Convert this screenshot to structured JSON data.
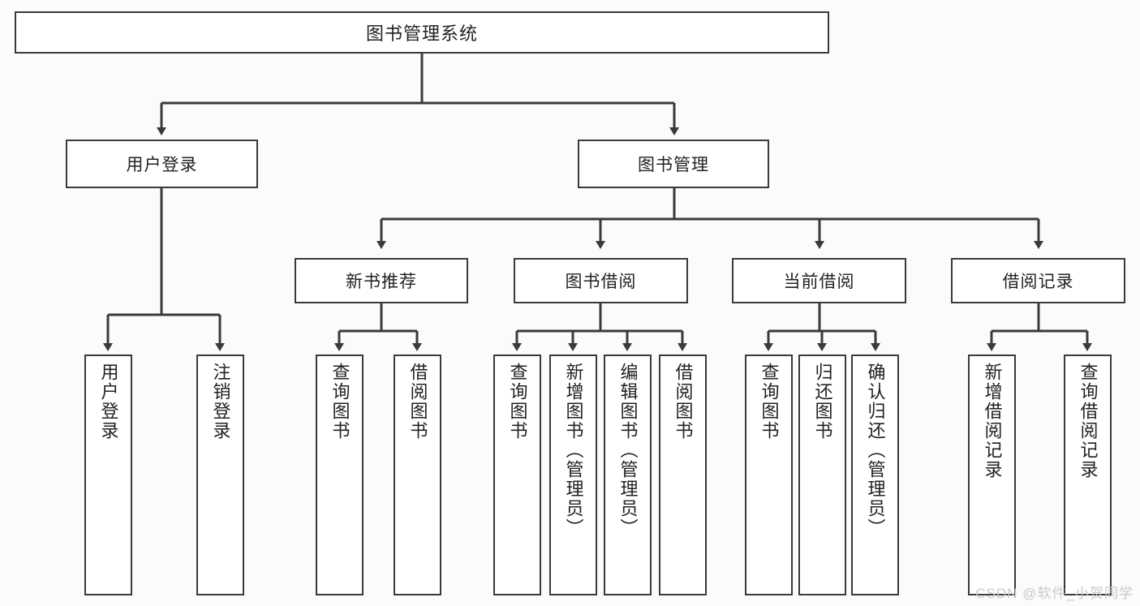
{
  "diagram": {
    "type": "tree-hierarchy",
    "background_color": "#fbfbfb",
    "line_color": "#3a3a3a",
    "box_fill": "#ffffff",
    "text_color": "#222222",
    "root": {
      "label": "图书管理系统"
    },
    "level1": [
      {
        "label": "用户登录"
      },
      {
        "label": "图书管理"
      }
    ],
    "level2": [
      {
        "label": "新书推荐"
      },
      {
        "label": "图书借阅"
      },
      {
        "label": "当前借阅"
      },
      {
        "label": "借阅记录"
      }
    ],
    "leaves": {
      "user_login": [
        {
          "label": "用户登录"
        },
        {
          "label": "注销登录"
        }
      ],
      "new_book_recommend": [
        {
          "label": "查询图书"
        },
        {
          "label": "借阅图书"
        }
      ],
      "book_borrow": [
        {
          "label": "查询图书"
        },
        {
          "label": "新增图书（管理员）"
        },
        {
          "label": "编辑图书（管理员）"
        },
        {
          "label": "借阅图书"
        }
      ],
      "current_borrow": [
        {
          "label": "查询图书"
        },
        {
          "label": "归还图书"
        },
        {
          "label": "确认归还（管理员）"
        }
      ],
      "borrow_record": [
        {
          "label": "新增借阅记录"
        },
        {
          "label": "查询借阅记录"
        }
      ]
    }
  },
  "watermark": {
    "text": "CSDN @软件_小贺同学"
  }
}
